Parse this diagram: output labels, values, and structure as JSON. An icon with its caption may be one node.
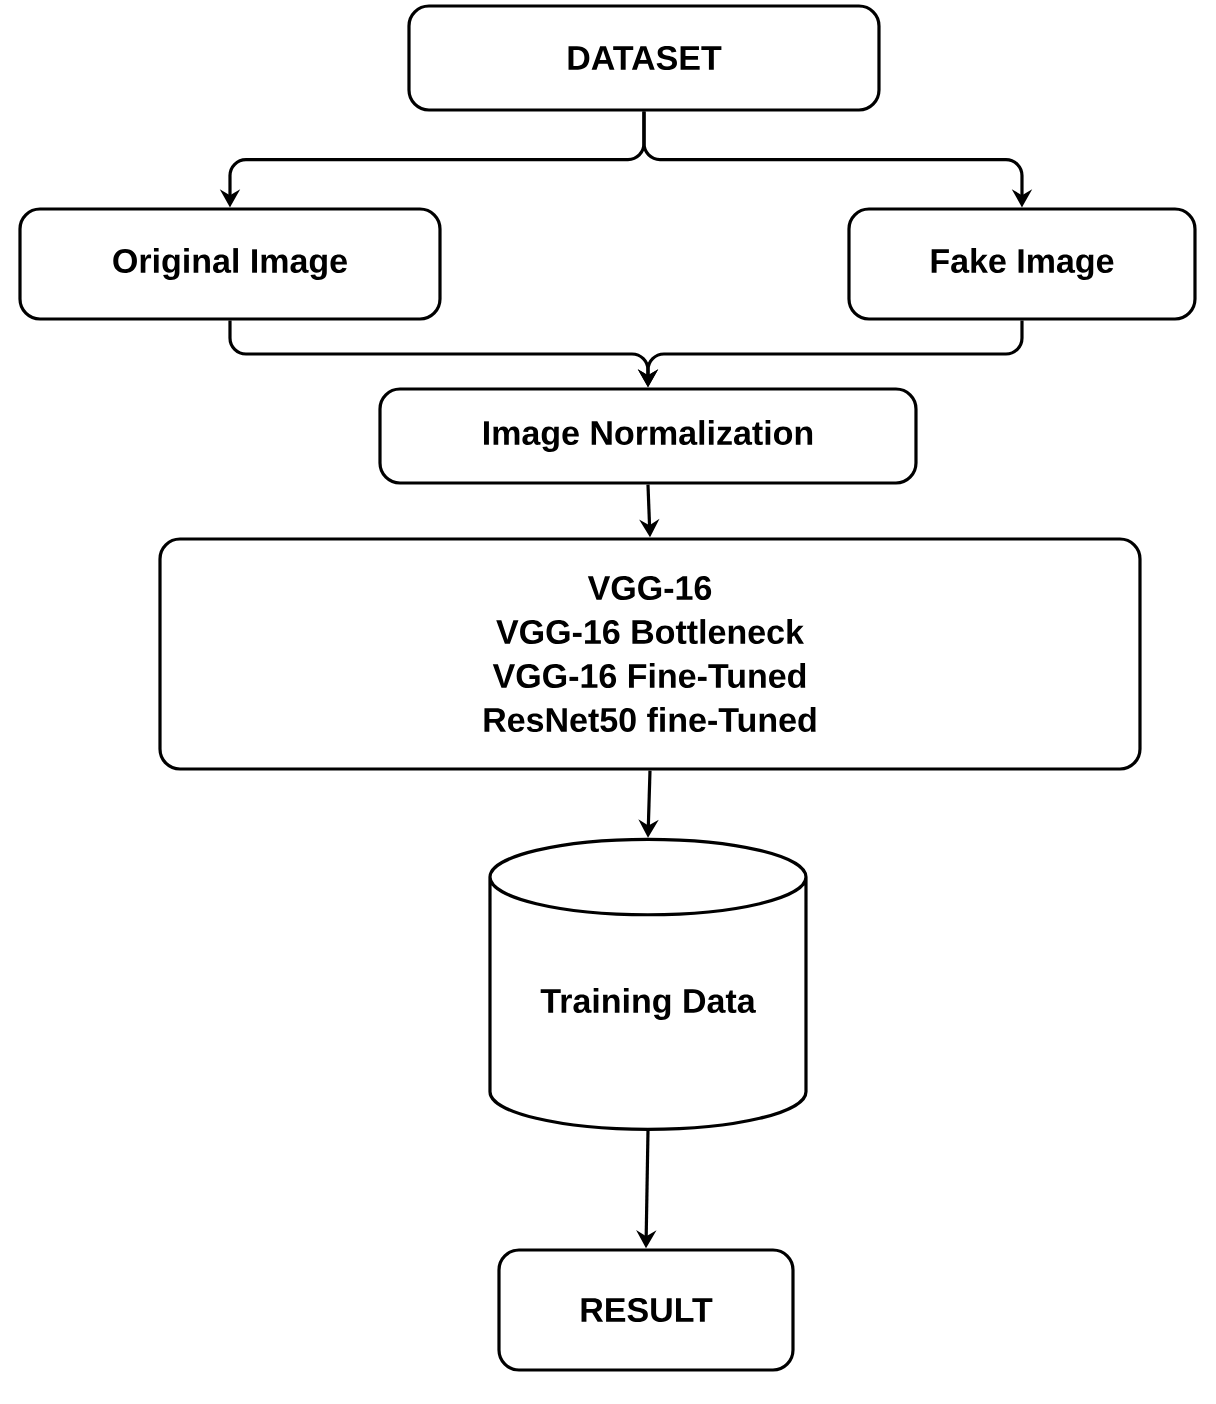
{
  "diagram": {
    "nodes": [
      {
        "text": [
          "DATASET"
        ]
      },
      {
        "text": [
          "Original Image"
        ]
      },
      {
        "text": [
          "Fake Image"
        ]
      },
      {
        "text": [
          "Image Normalization"
        ]
      },
      {
        "text": [
          "VGG-16",
          "VGG-16 Bottleneck",
          "VGG-16 Fine-Tuned",
          "ResNet50 fine-Tuned"
        ]
      },
      {
        "text": [
          "Training Data"
        ]
      },
      {
        "text": [
          "RESULT"
        ]
      }
    ],
    "edges": [
      {
        "from": 0,
        "to": 1,
        "arrow": "to"
      },
      {
        "from": 0,
        "to": 2,
        "arrow": "to"
      },
      {
        "from": 1,
        "to": 3,
        "arrow": "to"
      },
      {
        "from": 2,
        "to": 3,
        "arrow": "to"
      },
      {
        "from": 3,
        "to": 4,
        "arrow": "to"
      },
      {
        "from": 4,
        "to": 5,
        "arrow": "to"
      },
      {
        "from": 5,
        "to": 6,
        "arrow": "to"
      }
    ]
  }
}
